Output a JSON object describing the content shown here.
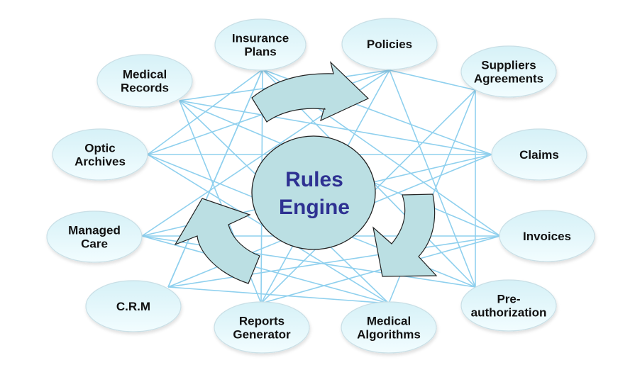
{
  "center": {
    "line1": "Rules",
    "line2": "Engine",
    "text_color": "#2e3192",
    "fill_color": "#bbdfe3"
  },
  "colors": {
    "connector": "#8fd0ee",
    "node_fill_top": "#d6f1f7",
    "node_fill_bottom": "#f2fdff",
    "arrow_fill": "#bbdfe3"
  },
  "nodes": [
    {
      "id": "insurance-plans",
      "lines": [
        "Insurance",
        "Plans"
      ]
    },
    {
      "id": "policies",
      "lines": [
        "Policies"
      ]
    },
    {
      "id": "medical-records",
      "lines": [
        "Medical",
        "Records"
      ]
    },
    {
      "id": "suppliers-agreements",
      "lines": [
        "Suppliers",
        "Agreements"
      ]
    },
    {
      "id": "optic-archives",
      "lines": [
        "Optic",
        "Archives"
      ]
    },
    {
      "id": "claims",
      "lines": [
        "Claims"
      ]
    },
    {
      "id": "managed-care",
      "lines": [
        "Managed",
        "Care"
      ]
    },
    {
      "id": "invoices",
      "lines": [
        "Invoices"
      ]
    },
    {
      "id": "crm",
      "lines": [
        "C.R.M"
      ]
    },
    {
      "id": "pre-authorization",
      "lines": [
        "Pre-",
        "authorization"
      ]
    },
    {
      "id": "reports-generator",
      "lines": [
        "Reports",
        "Generator"
      ]
    },
    {
      "id": "medical-algorithms",
      "lines": [
        "Medical",
        "Algorithms"
      ]
    }
  ],
  "arrows": [
    {
      "id": "arrow-top",
      "direction": "clockwise"
    },
    {
      "id": "arrow-right",
      "direction": "clockwise"
    },
    {
      "id": "arrow-left",
      "direction": "clockwise"
    }
  ]
}
